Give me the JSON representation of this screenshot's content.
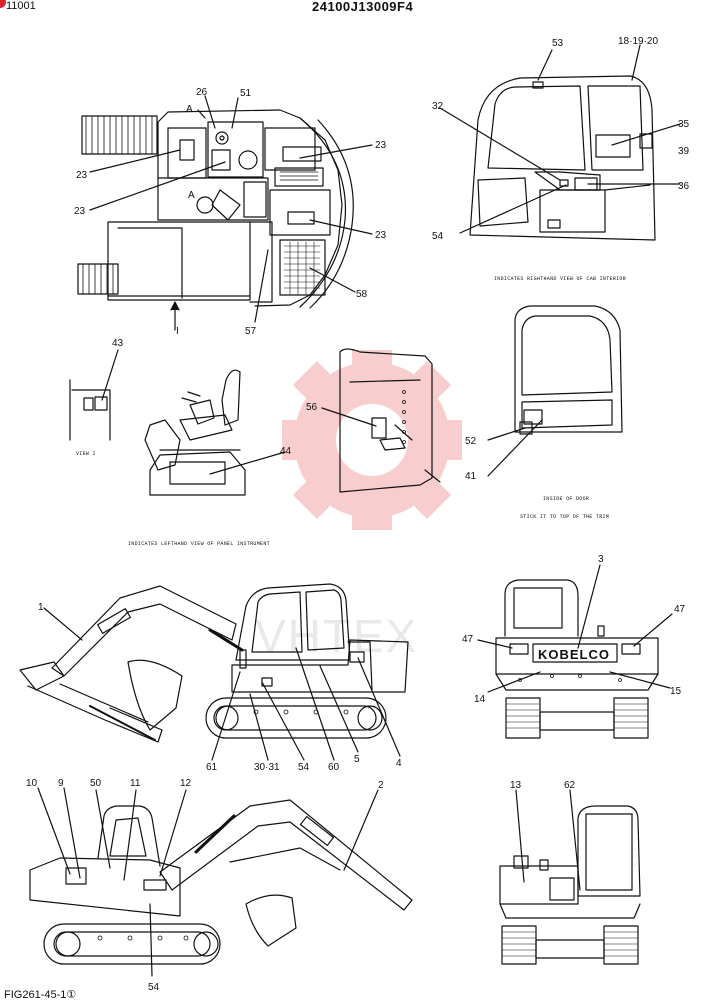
{
  "header": {
    "left_code": "11001",
    "drawing_number": "24100J13009F4"
  },
  "footer": {
    "figure_ref": "FIG261-45-1①"
  },
  "watermark": {
    "text": "VHTEX",
    "color": "#f4a6a6"
  },
  "captions": {
    "cab_interior": "INDICATES RIGHTHAND VIEW OF CAB INTERIOR",
    "view_i": "VIEW I",
    "panel_instrument": "INDICATES LEFTHAND VIEW OF PANEL INSTRUMENT",
    "inside_door": "INSIDE OF DOOR",
    "stick_note": "STICK IT TO TOP OF THE TRIM",
    "kobelco": "KOBELCO"
  },
  "callouts": {
    "c1": "1",
    "c2": "2",
    "c3": "3",
    "c4": "4",
    "c5": "5",
    "c9": "9",
    "c10": "10",
    "c11": "11",
    "c12": "12",
    "c13": "13",
    "c14": "14",
    "c15": "15",
    "c23a": "23",
    "c23b": "23",
    "c23c": "23",
    "c23d": "23",
    "c26": "26",
    "c30_31": "30·31",
    "c32": "32",
    "c35": "35",
    "c36": "36",
    "c39": "39",
    "c41": "41",
    "c43": "43",
    "c44": "44",
    "c47a": "47",
    "c47b": "47",
    "c50": "50",
    "c51": "51",
    "c52": "52",
    "c53": "53",
    "c54a": "54",
    "c54b": "54",
    "c54c": "54",
    "c56": "56",
    "c57": "57",
    "c58": "58",
    "c60": "60",
    "c61": "61",
    "c62": "62",
    "c18_19_20": "18·19·20",
    "view_a": "A",
    "view_a2": "A",
    "view_i_mark": "I"
  }
}
